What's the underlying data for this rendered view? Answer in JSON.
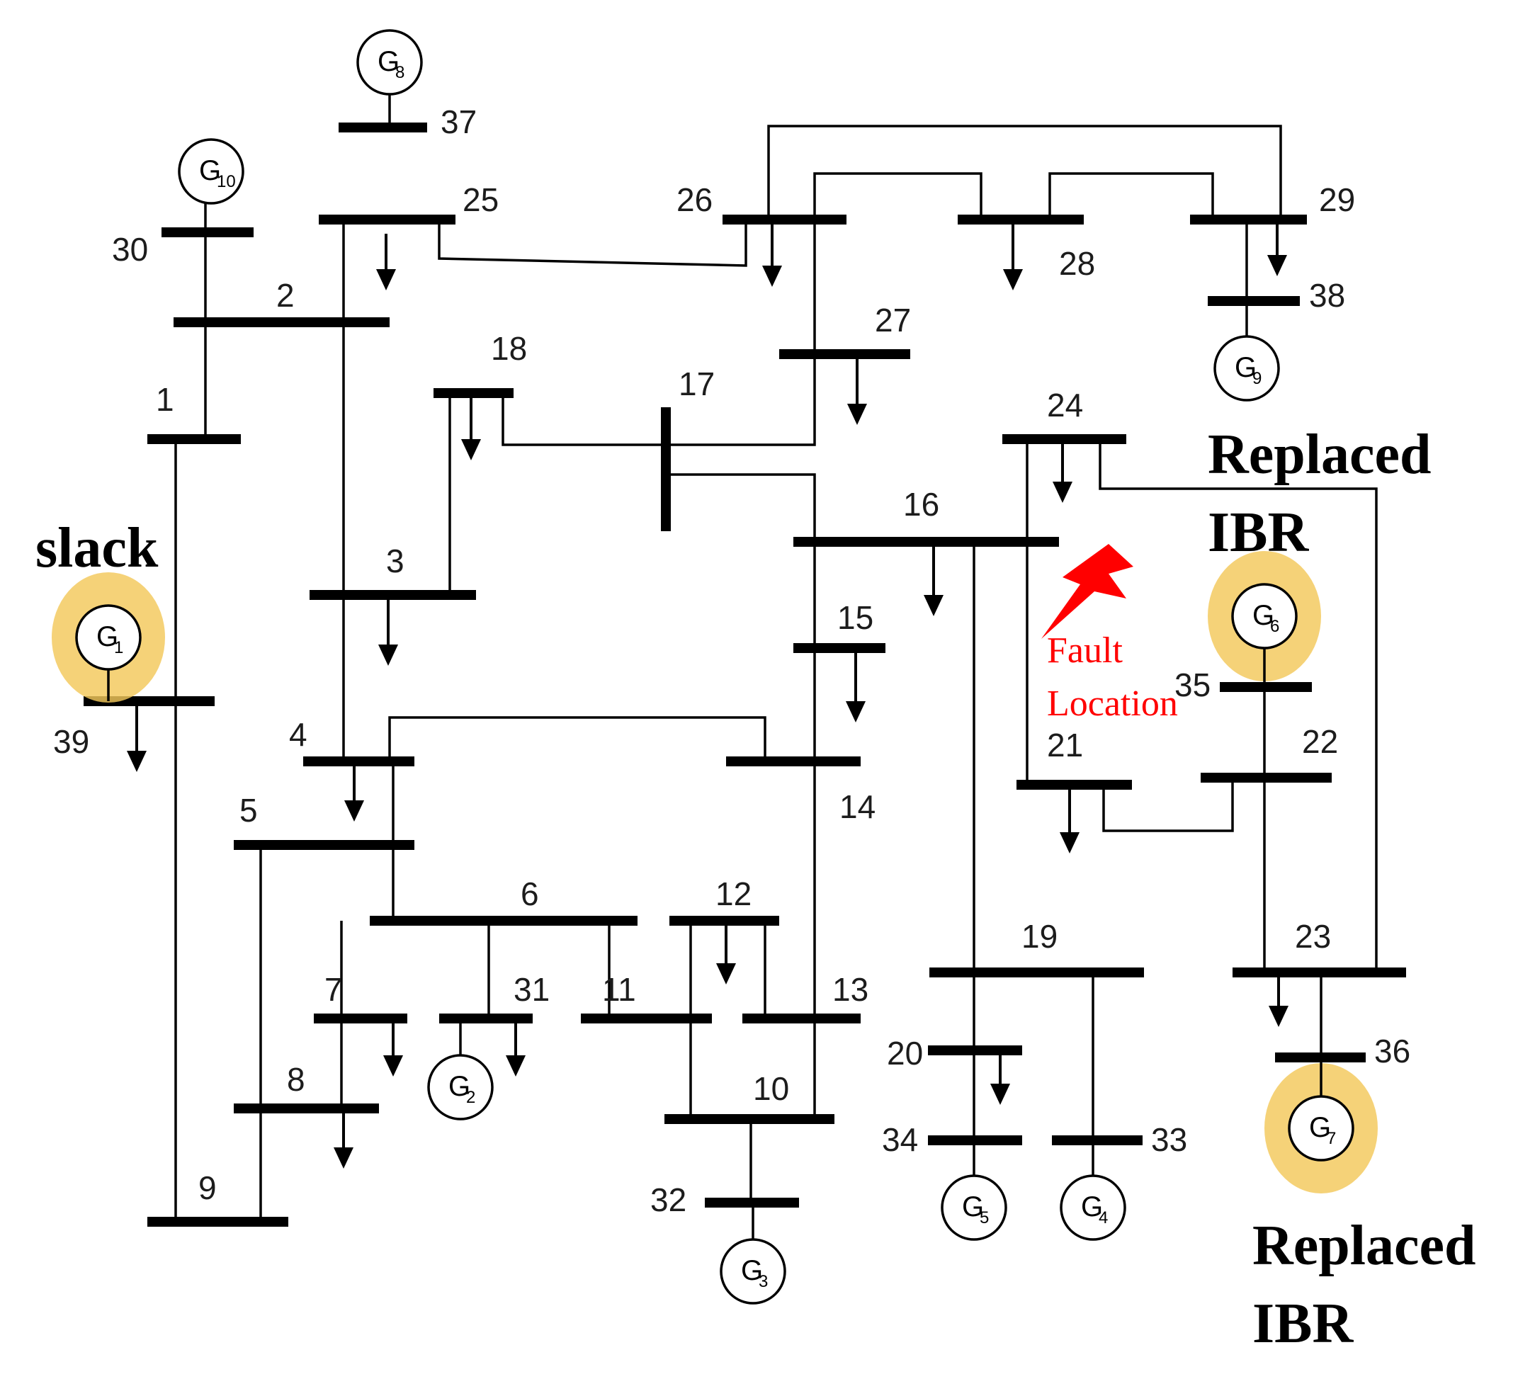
{
  "bus_labels": [
    "1",
    "2",
    "3",
    "4",
    "5",
    "6",
    "7",
    "8",
    "9",
    "10",
    "11",
    "12",
    "13",
    "14",
    "15",
    "16",
    "17",
    "18",
    "19",
    "20",
    "21",
    "22",
    "23",
    "24",
    "25",
    "26",
    "27",
    "28",
    "29",
    "30",
    "31",
    "32",
    "33",
    "34",
    "35",
    "36",
    "37",
    "38",
    "39"
  ],
  "generators": [
    {
      "label": "G",
      "sub": "1",
      "highlighted": true
    },
    {
      "label": "G",
      "sub": "2",
      "highlighted": false
    },
    {
      "label": "G",
      "sub": "3",
      "highlighted": false
    },
    {
      "label": "G",
      "sub": "4",
      "highlighted": false
    },
    {
      "label": "G",
      "sub": "5",
      "highlighted": false
    },
    {
      "label": "G",
      "sub": "6",
      "highlighted": true
    },
    {
      "label": "G",
      "sub": "7",
      "highlighted": true
    },
    {
      "label": "G",
      "sub": "8",
      "highlighted": false
    },
    {
      "label": "G",
      "sub": "9",
      "highlighted": false
    },
    {
      "label": "G",
      "sub": "10",
      "highlighted": false
    }
  ],
  "annotations": {
    "slack": "slack",
    "replaced_ibr_1": [
      "Replaced",
      "IBR"
    ],
    "replaced_ibr_2": [
      "Replaced",
      "IBR"
    ],
    "fault": [
      "Fault",
      "Location"
    ]
  },
  "colors": {
    "highlight": "#f3c85a",
    "fault": "#ff0000",
    "line": "#000000"
  }
}
